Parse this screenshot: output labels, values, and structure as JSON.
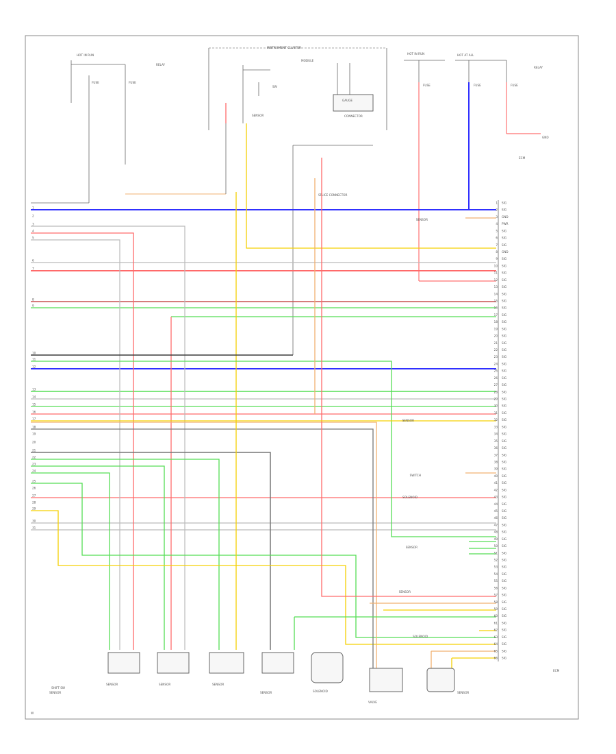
{
  "top": {
    "instrument_cluster": "INSTRUMENT CLUSTER",
    "hot_label_left": "HOT IN RUN",
    "fuse_left_1": "FUSE",
    "fuse_left_2": "FUSE",
    "relay_box": "RELAY",
    "cluster_switch": "SW",
    "cluster_sensor": "SENSOR",
    "cluster_module": "MODULE",
    "cluster_gauge": "GAUGE",
    "cluster_connector": "CONNECTOR",
    "splice_connector": "SPLICE CONNECTOR",
    "hot_label_right_1": "HOT IN RUN",
    "hot_label_right_2": "HOT AT ALL",
    "fuse_right_1": "FUSE",
    "fuse_right_2": "FUSE",
    "fuse_right_3": "FUSE",
    "relay_right": "RELAY",
    "ground_right": "GND",
    "ecm_top": "ECM"
  },
  "right": {
    "ecm_label": "ECM"
  },
  "bottom": {
    "c0_l1": "SHIFT SW",
    "c0_l2": "SENSOR",
    "c1": "SENSOR",
    "c2": "SENSOR",
    "c3": "SENSOR",
    "c4": "SENSOR",
    "c5": "SOLENOID",
    "c6": "VALVE",
    "c7": "SENSOR",
    "code": "W"
  },
  "wires": [
    {
      "color": "#3030ff"
    },
    {
      "color": "#f5d000"
    },
    {
      "color": "#ff6a6a"
    },
    {
      "color": "#55dd55"
    },
    {
      "color": "#f0b070"
    },
    {
      "color": "#c85050"
    },
    {
      "color": "#777777"
    },
    {
      "color": "#bbbbbb"
    },
    {
      "color": "#3a3a3a"
    }
  ],
  "left_pins": [
    "1",
    "2",
    "3",
    "4",
    "5",
    "6",
    "7",
    "8",
    "9",
    "10",
    "11",
    "12",
    "13",
    "14",
    "15",
    "16",
    "17",
    "18",
    "19",
    "20",
    "21",
    "22",
    "23",
    "24",
    "25",
    "26",
    "27",
    "28",
    "29",
    "30",
    "31"
  ],
  "ecm_pins": [
    "1",
    "2",
    "3",
    "4",
    "5",
    "6",
    "7",
    "8",
    "9",
    "10",
    "11",
    "12",
    "13",
    "14",
    "15",
    "16",
    "17",
    "18",
    "19",
    "20",
    "21",
    "22",
    "23",
    "24",
    "25",
    "26",
    "27",
    "28",
    "29",
    "30",
    "31",
    "32",
    "33",
    "34",
    "35",
    "36",
    "37",
    "38",
    "39",
    "40",
    "41",
    "42",
    "43",
    "44",
    "45",
    "46",
    "47",
    "48",
    "49",
    "50",
    "51",
    "52",
    "53",
    "54",
    "55",
    "56",
    "57",
    "58",
    "59",
    "60",
    "61",
    "62",
    "63",
    "64",
    "65",
    "66"
  ],
  "ecm_functions": [
    "SIG",
    "SIG",
    "GND",
    "PWR",
    "SIG",
    "SIG",
    "SIG",
    "GND",
    "SIG",
    "SIG",
    "SIG",
    "SIG",
    "SIG",
    "SIG",
    "SIG",
    "SIG",
    "SIG",
    "SIG",
    "SIG",
    "SIG",
    "SIG",
    "SIG",
    "SIG",
    "SIG",
    "SIG",
    "SIG",
    "SIG",
    "SIG",
    "SIG",
    "SIG",
    "SIG",
    "SIG",
    "SIG",
    "SIG",
    "SIG",
    "SIG",
    "SIG",
    "SIG",
    "SIG",
    "SIG",
    "SIG",
    "SIG",
    "SIG",
    "SIG",
    "SIG",
    "SIG",
    "SIG",
    "SIG",
    "SIG",
    "SIG",
    "SIG",
    "SIG",
    "SIG",
    "SIG",
    "SIG",
    "SIG",
    "SIG",
    "SIG",
    "SIG",
    "SIG",
    "SIG",
    "SIG",
    "SIG",
    "SIG",
    "SIG",
    "SIG"
  ],
  "mid_labels": [
    "SENSOR",
    "SENSOR",
    "SWITCH",
    "SOLENOID",
    "SENSOR",
    "SENSOR",
    "SOLENOID"
  ]
}
